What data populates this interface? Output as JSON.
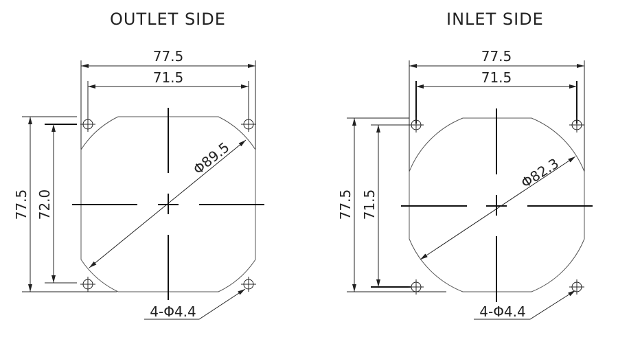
{
  "outlet": {
    "title": "OUTLET SIDE",
    "width_overall": "77.5",
    "width_holes": "71.5",
    "height_overall": "77.5",
    "height_holes": "72.0",
    "diameter": "Φ89.5",
    "holes": "4-Φ4.4"
  },
  "inlet": {
    "title": "INLET SIDE",
    "width_overall": "77.5",
    "width_holes": "71.5",
    "height_overall": "77.5",
    "height_holes": "71.5",
    "diameter": "Φ82.3",
    "holes": "4-Φ4.4"
  }
}
